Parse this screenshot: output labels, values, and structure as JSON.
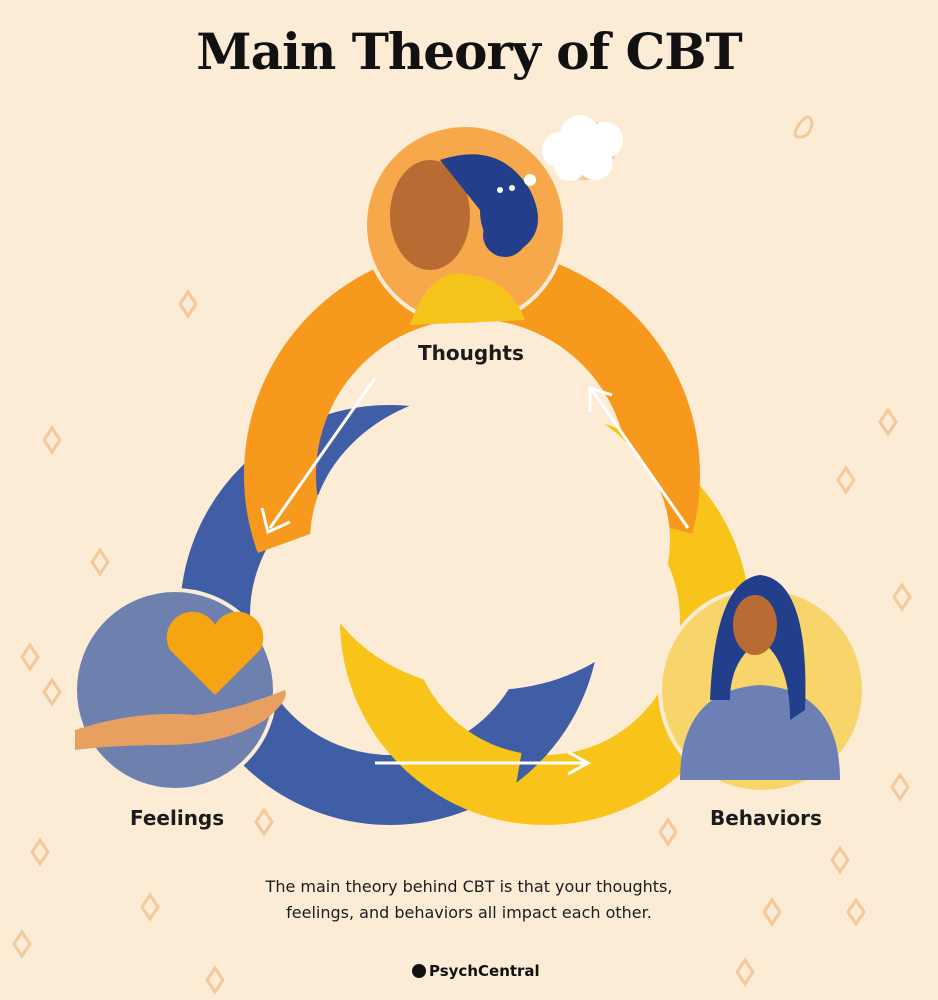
{
  "title": "Main Theory of CBT",
  "nodes": {
    "thoughts": "Thoughts",
    "feelings": "Feelings",
    "behaviors": "Behaviors"
  },
  "caption": {
    "line1": "The main theory behind CBT is that your thoughts,",
    "line2": "feelings, and behaviors all impact each other."
  },
  "logo": "PsychCentral",
  "colors": {
    "background": "#fcecd6",
    "thoughts": "#f7991c",
    "feelings": "#3f5ea5",
    "behaviors": "#f8c41a"
  }
}
